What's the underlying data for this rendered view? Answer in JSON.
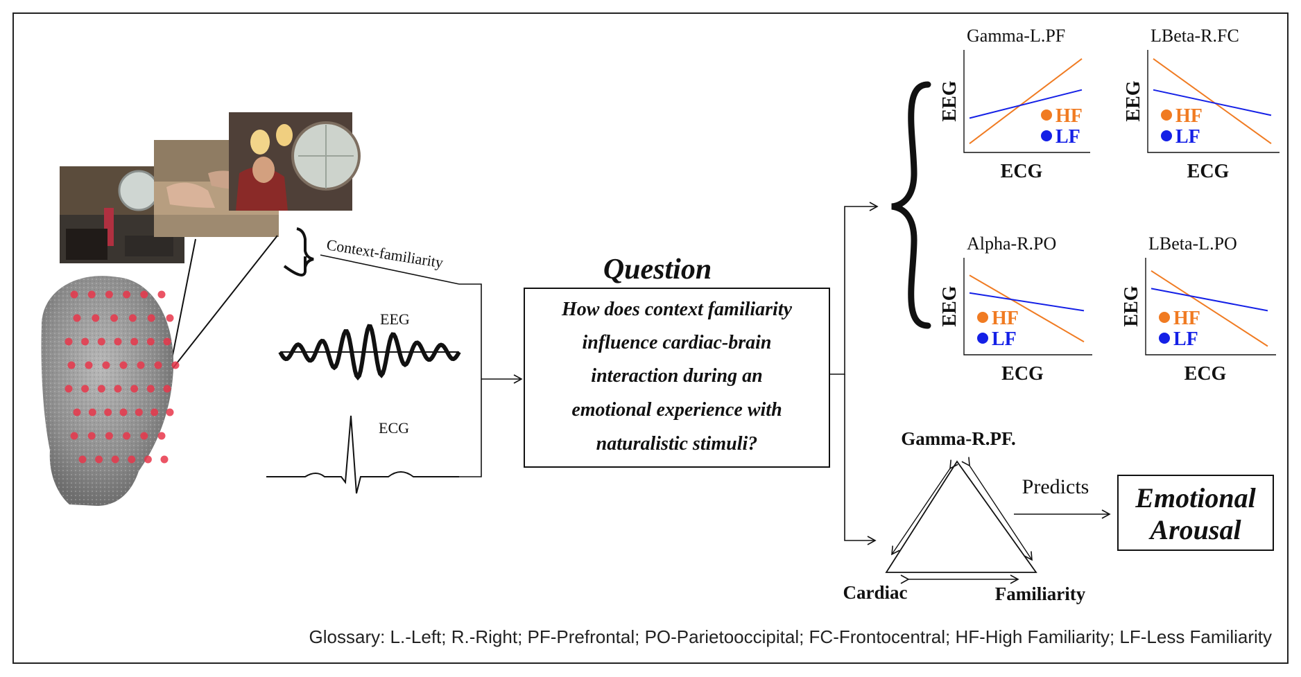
{
  "stimuli_label": "Context-familiarity",
  "signals": {
    "eeg_label": "EEG",
    "ecg_label": "ECG"
  },
  "question": {
    "heading": "Question",
    "lines": [
      "How does context familiarity",
      "influence cardiac-brain",
      "interaction during an",
      "emotional experience with",
      "naturalistic stimuli?"
    ]
  },
  "colors": {
    "hf": "#F07B22",
    "lf": "#1420E6",
    "frame": "#222222"
  },
  "chart_data": [
    {
      "type": "line",
      "title": "Gamma-L.PF",
      "xlabel": "ECG",
      "ylabel": "EEG",
      "legend_placement": "lower-right",
      "series": [
        {
          "name": "HF",
          "color": "#F07B22",
          "y": [
            0.05,
            0.95
          ]
        },
        {
          "name": "LF",
          "color": "#1420E6",
          "y": [
            0.32,
            0.62
          ]
        }
      ]
    },
    {
      "type": "line",
      "title": "LBeta-R.FC",
      "xlabel": "ECG",
      "ylabel": "EEG",
      "legend_placement": "lower-left",
      "series": [
        {
          "name": "HF",
          "color": "#F07B22",
          "y": [
            0.95,
            0.05
          ]
        },
        {
          "name": "LF",
          "color": "#1420E6",
          "y": [
            0.62,
            0.35
          ]
        }
      ]
    },
    {
      "type": "line",
      "title": "Alpha-R.PO",
      "xlabel": "ECG",
      "ylabel": "EEG",
      "legend_placement": "lower-left",
      "series": [
        {
          "name": "HF",
          "color": "#F07B22",
          "y": [
            0.85,
            0.1
          ]
        },
        {
          "name": "LF",
          "color": "#1420E6",
          "y": [
            0.65,
            0.45
          ]
        }
      ]
    },
    {
      "type": "line",
      "title": "LBeta-L.PO",
      "xlabel": "ECG",
      "ylabel": "EEG",
      "legend_placement": "lower-left",
      "series": [
        {
          "name": "HF",
          "color": "#F07B22",
          "y": [
            0.9,
            0.05
          ]
        },
        {
          "name": "LF",
          "color": "#1420E6",
          "y": [
            0.7,
            0.45
          ]
        }
      ]
    }
  ],
  "triangle": {
    "top": "Gamma-R.PF.",
    "left": "Cardiac",
    "right": "Familiarity"
  },
  "predicts_label": "Predicts",
  "outcome": {
    "line1": "Emotional",
    "line2": "Arousal"
  },
  "glossary": "Glossary: L.-Left; R.-Right; PF-Prefrontal; PO-Parietooccipital; FC-Frontocentral; HF-High Familiarity; LF-Less Familiarity"
}
